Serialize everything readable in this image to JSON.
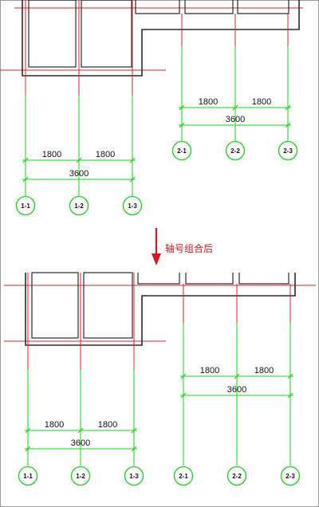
{
  "top": {
    "left_group": {
      "spacing": [
        "1800",
        "1800"
      ],
      "total": "3600",
      "axes": [
        "1-1",
        "1-2",
        "1-3"
      ]
    },
    "right_group": {
      "spacing": [
        "1800",
        "1800"
      ],
      "total": "3600",
      "axes": [
        "2-1",
        "2-2",
        "2-3"
      ]
    }
  },
  "transition_label": "轴号组合后",
  "bottom": {
    "left_group": {
      "spacing": [
        "1800",
        "1800"
      ],
      "total": "3600",
      "axes": [
        "1-1",
        "1-2",
        "1-3"
      ]
    },
    "right_group": {
      "spacing": [
        "1800",
        "1800"
      ],
      "total": "3600",
      "axes": [
        "2-1",
        "2-2",
        "2-3"
      ]
    }
  },
  "colors": {
    "axis_line": "#19d619",
    "wall_grid_line": "#e8202a",
    "wall": "#2b2b2b",
    "label": "#e0141e"
  }
}
